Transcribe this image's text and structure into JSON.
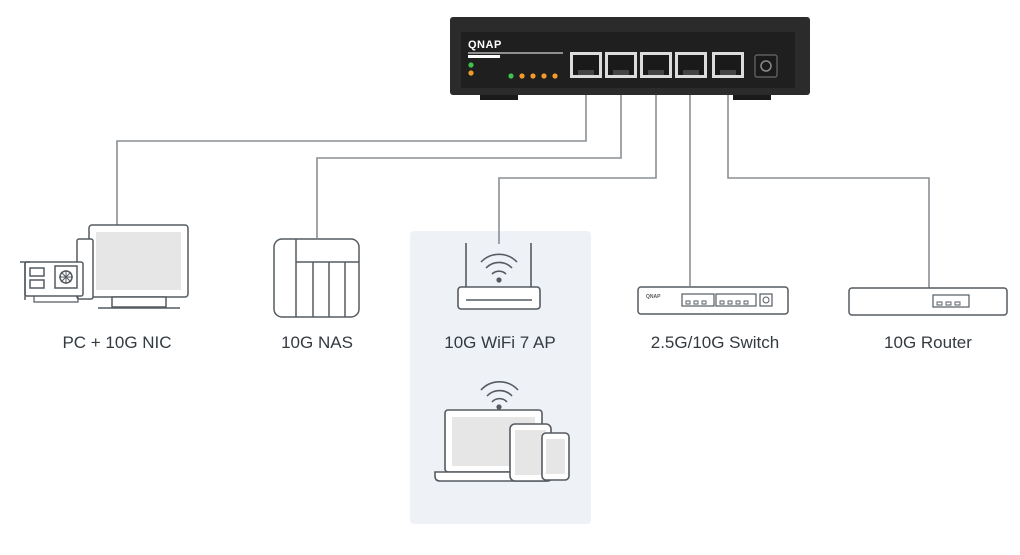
{
  "switch_brand": "QNAP",
  "devices": [
    {
      "id": "pc",
      "label": "PC + 10G NIC"
    },
    {
      "id": "nas",
      "label": "10G NAS"
    },
    {
      "id": "ap",
      "label": "10G WiFi 7 AP"
    },
    {
      "id": "switch",
      "label": "2.5G/10G Switch"
    },
    {
      "id": "router",
      "label": "10G Router"
    }
  ],
  "small_switch_brand": "QNAP",
  "colors": {
    "line": "#8a8f94",
    "switch_body": "#2b2b2b",
    "highlight_panel": "#eef1f5",
    "led_green": "#3fc14b",
    "led_orange": "#f39a2c",
    "device_stroke": "#555b61",
    "device_fill": "#e6e6e6"
  }
}
